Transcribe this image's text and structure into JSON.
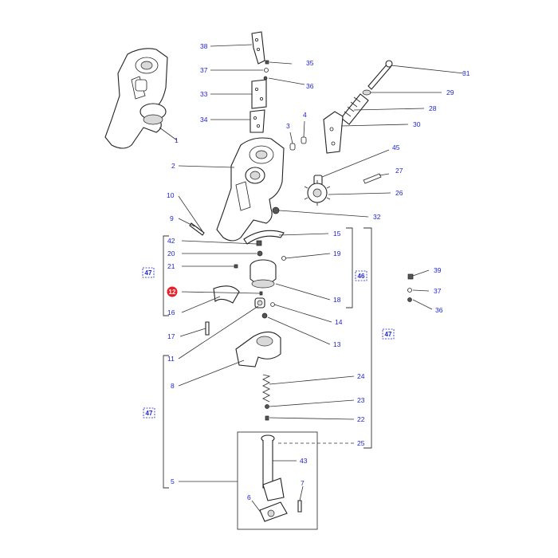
{
  "diagram": {
    "callouts": {
      "c1": "1",
      "c2": "2",
      "c3": "3",
      "c4": "4",
      "c5": "5",
      "c6": "6",
      "c7": "7",
      "c8": "8",
      "c9": "9",
      "c10": "10",
      "c11": "11",
      "c12": "12",
      "c13": "13",
      "c14": "14",
      "c15": "15",
      "c16": "16",
      "c17": "17",
      "c18": "18",
      "c19": "19",
      "c20": "20",
      "c21": "21",
      "c22": "22",
      "c23": "23",
      "c24": "24",
      "c25": "25",
      "c26": "26",
      "c27": "27",
      "c28": "28",
      "c29": "29",
      "c30": "30",
      "c31": "31",
      "c32": "32",
      "c33": "33",
      "c34": "34",
      "c35": "35",
      "c36": "36",
      "c37": "37",
      "c38": "38",
      "c39": "39",
      "c42": "42",
      "c43": "43",
      "c45": "45",
      "c36b": "36",
      "c37b": "37"
    },
    "group_labels": {
      "g47_left": "47",
      "g46": "46",
      "g47_right": "47",
      "g47_lower": "47"
    },
    "highlight_color": "#e8202a",
    "callout_color": "#1a1fd8"
  }
}
